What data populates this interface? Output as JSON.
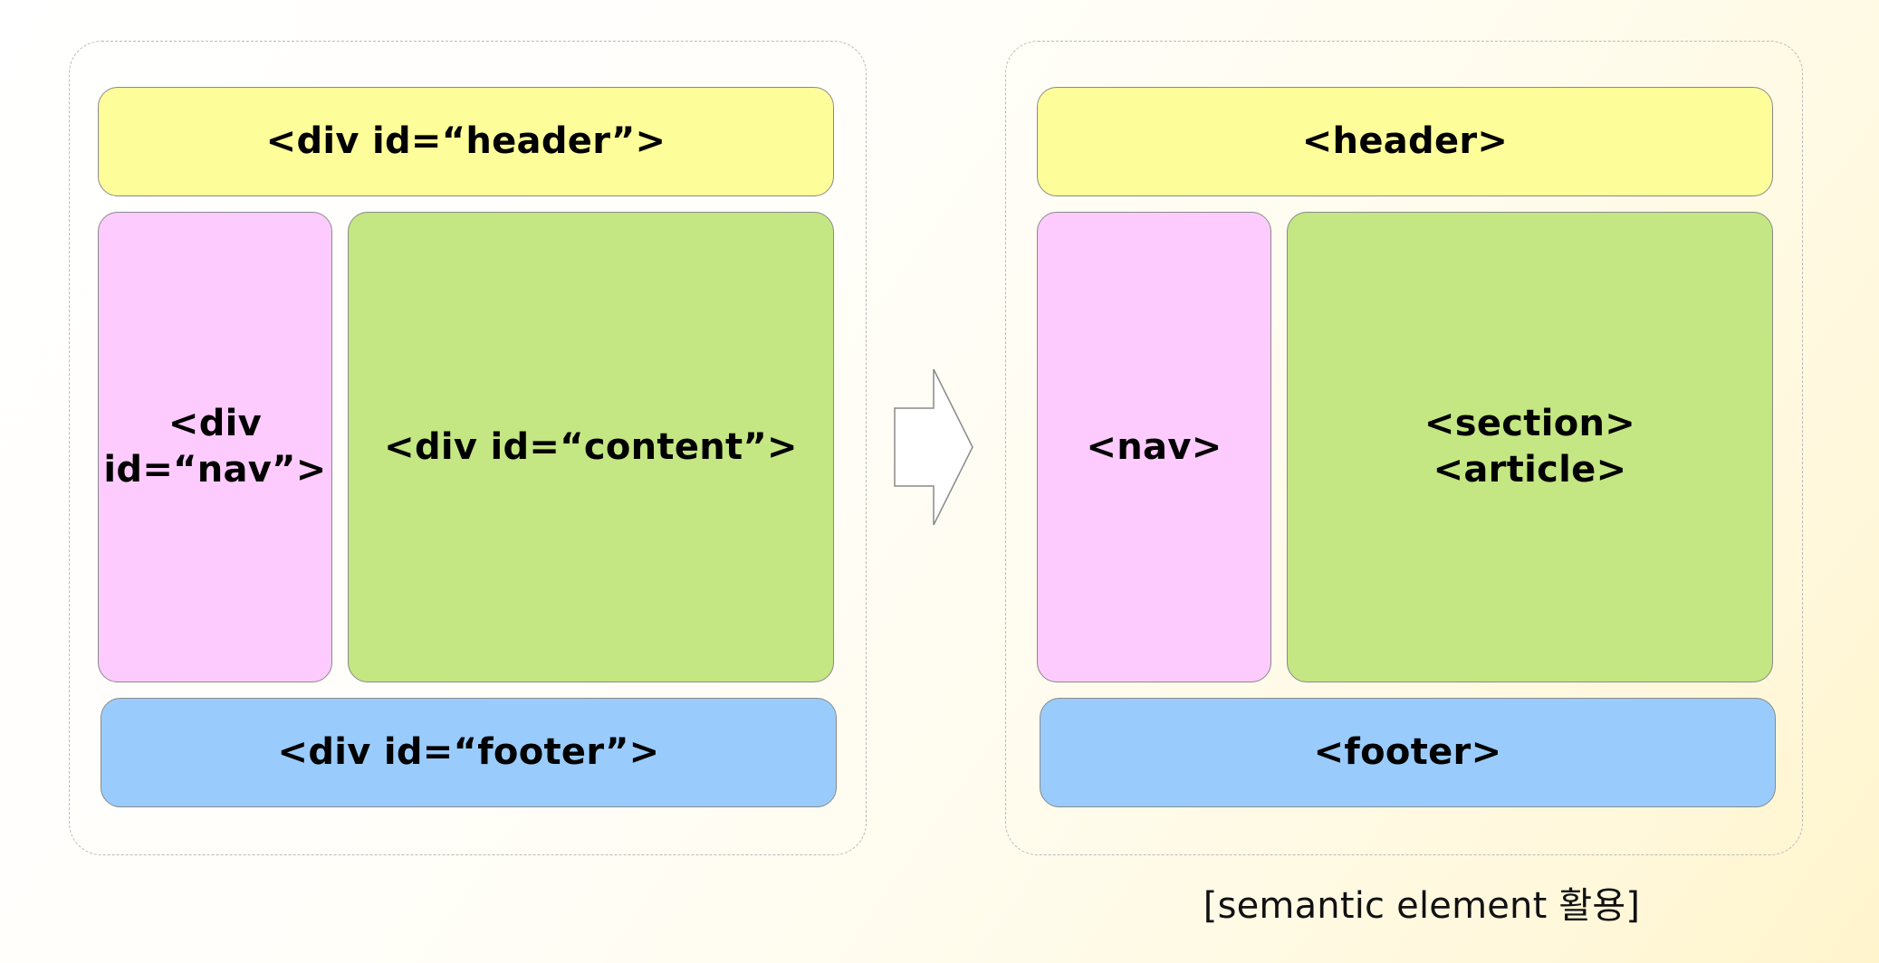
{
  "left_layout": {
    "header": "<div id=“header”>",
    "nav": "<div\nid=“nav”>",
    "content": "<div id=“content”>",
    "footer": "<div id=“footer”>"
  },
  "right_layout": {
    "header": "<header>",
    "nav": "<nav>",
    "content": "<section>\n<article>",
    "footer": "<footer>"
  },
  "caption": "[semantic element 활용]",
  "colors": {
    "header": "#fdfd99",
    "nav": "#fdcbfd",
    "content": "#c4e683",
    "footer": "#99ccfc"
  }
}
